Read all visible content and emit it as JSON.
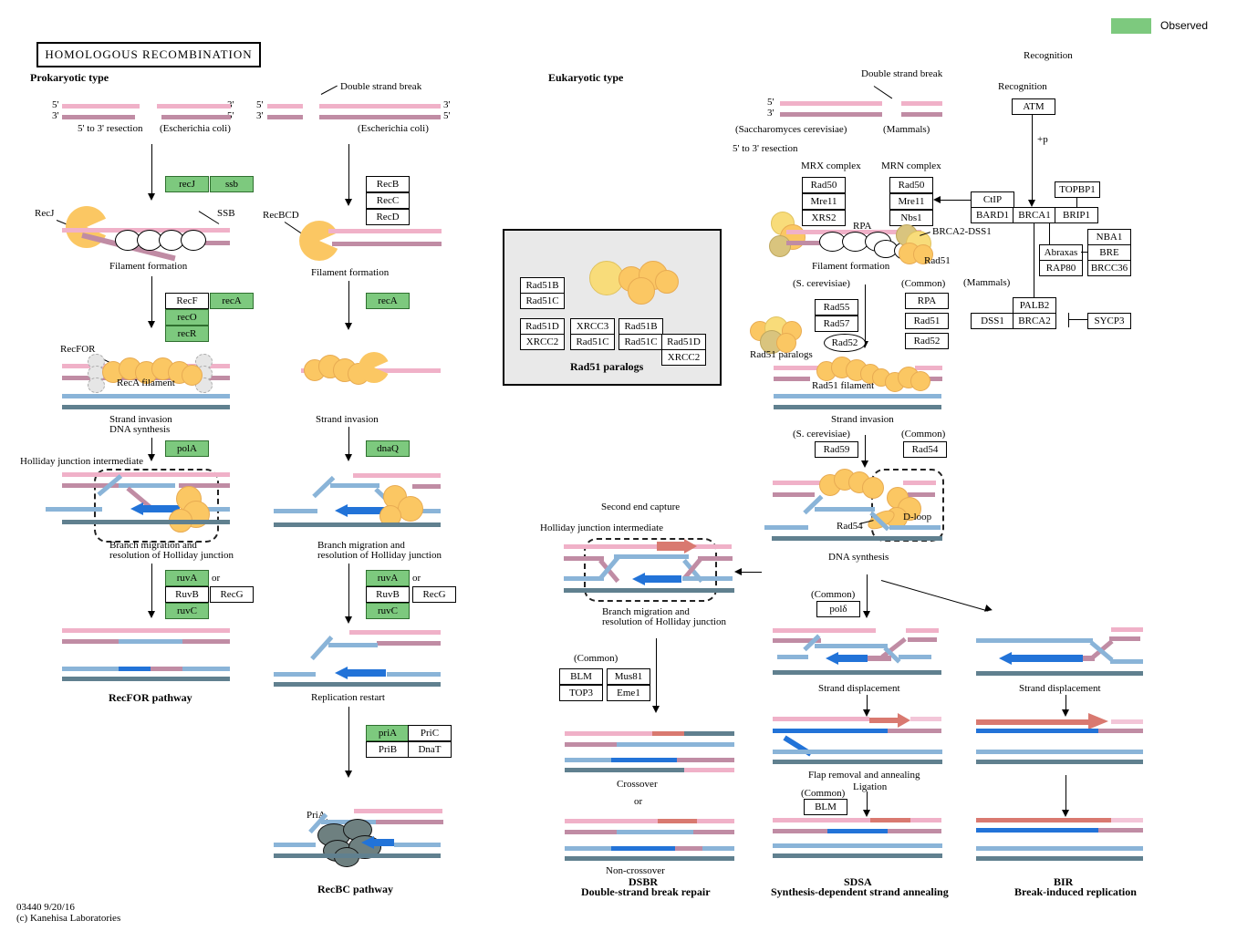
{
  "legend": {
    "observed": "Observed"
  },
  "title": "HOMOLOGOUS  RECOMBINATION",
  "footer": {
    "map_id": "03440 9/20/16",
    "copyright": "(c) Kanehisa Laboratories"
  },
  "sections": {
    "prokaryotic": "Prokaryotic type",
    "eukaryotic": "Eukaryotic type"
  },
  "labels": {
    "five": "5'",
    "three": "3'",
    "dsb": "Double strand break",
    "ecoli": "(Escherichia coli)",
    "resection": "5' to 3' resection",
    "recj": "RecJ",
    "ssb": "SSB",
    "recbcd": "RecBCD",
    "filament_formation": "Filament formation",
    "recfor": "RecFOR",
    "reca_filament": "RecA filament",
    "strand_invasion": "Strand invasion",
    "dna_synthesis": "DNA synthesis",
    "holliday": "Holliday junction intermediate",
    "branch_1": "Branch migration and",
    "branch_2": "resolution of Holliday junction",
    "or": "or",
    "recfor_pathway": "RecFOR pathway",
    "replication_restart": "Replication restart",
    "pria": "PriA",
    "recbc_pathway": "RecBC pathway",
    "rad51_paralogs": "Rad51 paralogs",
    "saccharomyces": "(Saccharomyces cerevisiae)",
    "mammals": "(Mammals)",
    "s_cerevisiae": "(S. cerevisiae)",
    "common": "(Common)",
    "recognition": "Recognition",
    "plus_p": "+p",
    "mrx": "MRX complex",
    "mrn": "MRN complex",
    "rpa": "RPA",
    "brca2_dss1": "BRCA2-DSS1",
    "rad51": "Rad51",
    "rad51_filament": "Rad51 filament",
    "rad54": "Rad54",
    "d_loop": "D-loop",
    "second_end_capture": "Second end capture",
    "crossover": "Crossover",
    "non_crossover": "Non-crossover",
    "dsbr": "DSBR",
    "dsbr_full": "Double-strand break repair",
    "strand_displacement": "Strand displacement",
    "flap": "Flap removal and annealing",
    "ligation": "Ligation",
    "sdsa": "SDSA",
    "sdsa_full": "Synthesis-dependent strand annealing",
    "bir": "BIR",
    "bir_full": "Break-induced replication"
  },
  "genes": {
    "recJ": "recJ",
    "ssb": "ssb",
    "RecB": "RecB",
    "RecC": "RecC",
    "RecD": "RecD",
    "RecF": "RecF",
    "recA": "recA",
    "recO": "recO",
    "recR": "recR",
    "polA": "polA",
    "dnaQ": "dnaQ",
    "ruvA": "ruvA",
    "RuvB": "RuvB",
    "ruvC": "ruvC",
    "RecG": "RecG",
    "priA": "priA",
    "PriB": "PriB",
    "PriC": "PriC",
    "DnaT": "DnaT",
    "Rad51B": "Rad51B",
    "Rad51C": "Rad51C",
    "Rad51D": "Rad51D",
    "XRCC2": "XRCC2",
    "XRCC3": "XRCC3",
    "ATM": "ATM",
    "Rad50": "Rad50",
    "Mre11": "Mre11",
    "XRS2": "XRS2",
    "Nbs1": "Nbs1",
    "CtIP": "CtIP",
    "TOPBP1": "TOPBP1",
    "BARD1": "BARD1",
    "BRCA1": "BRCA1",
    "BRIP1": "BRIP1",
    "Abraxas": "Abraxas",
    "RAP80": "RAP80",
    "NBA1": "NBA1",
    "BRE": "BRE",
    "BRCC36": "BRCC36",
    "PALB2": "PALB2",
    "DSS1": "DSS1",
    "BRCA2": "BRCA2",
    "SYCP3": "SYCP3",
    "Rad55": "Rad55",
    "Rad57": "Rad57",
    "RPA": "RPA",
    "Rad51": "Rad51",
    "Rad52": "Rad52",
    "Rad59": "Rad59",
    "Rad54": "Rad54",
    "BLM": "BLM",
    "TOP3": "TOP3",
    "Mus81": "Mus81",
    "Eme1": "Eme1",
    "pold": "polδ"
  },
  "colors": {
    "observed_green": "#7dc97e",
    "pink": "#f0b1c8",
    "light_pink": "#f3c6d8",
    "mauve": "#c08ca4",
    "light_blue": "#8ab4d8",
    "royal_blue": "#2273d8",
    "slate": "#60808f",
    "salmon": "#d97970",
    "orange": "#fbc763"
  }
}
